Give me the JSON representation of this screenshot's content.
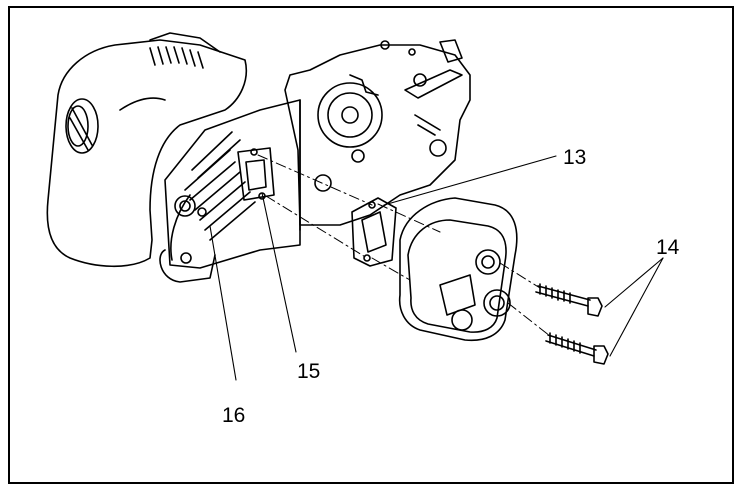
{
  "callouts": {
    "part_13": "13",
    "part_14": "14",
    "part_15": "15",
    "part_16": "16"
  },
  "colors": {
    "line": "#000000",
    "background": "#ffffff"
  }
}
